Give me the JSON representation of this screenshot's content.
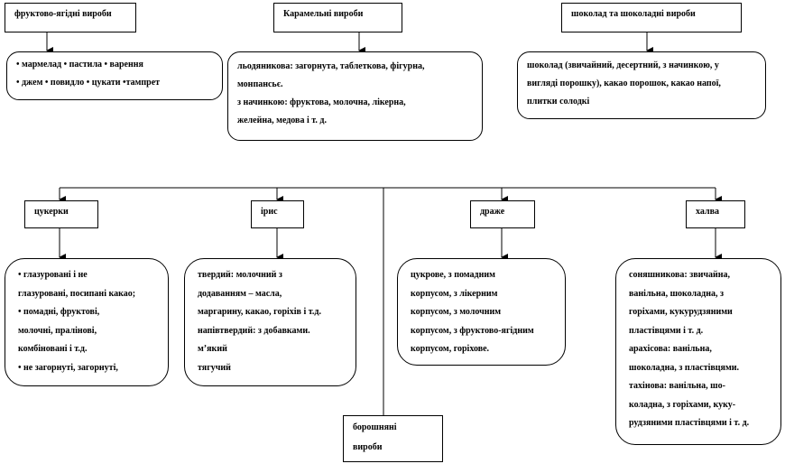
{
  "top": [
    {
      "title": "фруктово-ягідні вироби",
      "items": [
        "• мармелад  •  пастила  •  варення",
        "• джем   • повидло  • цукати   •тампрет"
      ]
    },
    {
      "title": "Карамельні вироби",
      "items": [
        "льодяникова: загорнута, таблеткова,     фігурна,",
        "монпансьє.",
        "з начинкою: фруктова, молочна, лікерна,",
        "желейна,  медова і т. д."
      ]
    },
    {
      "title": "шоколад та шоколадні  вироби",
      "items": [
        "шоколад (звичайний, десертний, з начинкою, у",
        "вигляді порошку), какао порошок, какао напої,",
        "плитки  солодкі"
      ]
    }
  ],
  "bottom": [
    {
      "title": "цукерки",
      "items": [
        "• глазуровані і не",
        "глазуровані, посипані какао;",
        "• помадні,  фруктові,",
        "молочні, пралінові,",
        "комбіновані  і т.д.",
        "• не загорнуті, загорнуті,"
      ]
    },
    {
      "title": "ірис",
      "items": [
        "твердий: молочний  з",
        "додаванням  – масла,",
        "маргарину, какао, горіхів і т.д.",
        "напівтвердий:  з добавками.",
        "м’який",
        "тягучий"
      ]
    },
    {
      "title": "драже",
      "items": [
        "цукрове, з помадним",
        "корпусом, з лікерним",
        "корпусом, з молочним",
        "корпусом, з фруктово-ягідним",
        "корпусом, горіхове."
      ]
    },
    {
      "title": "халва",
      "items": [
        "соняшникова: звичайна,",
        "ванільна,  шоколадна,  з",
        "горіхами,  кукурудзяними",
        "пластівцями  і т. д.",
        "арахісова: ванільна,",
        "шоколадна, з пластівцями.",
        "тахінова: ванільна,  шо-",
        "коладна, з горіхами,  куку-",
        "рудзяними пластівцями  і т. д."
      ]
    }
  ],
  "flour": {
    "title": "борошняні",
    "title2": "вироби"
  }
}
